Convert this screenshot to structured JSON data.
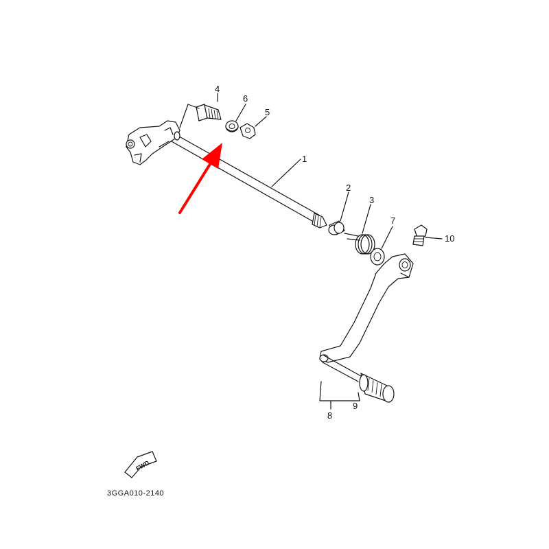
{
  "diagram": {
    "callouts": {
      "c1": "1",
      "c2": "2",
      "c3": "3",
      "c4": "4",
      "c5": "5",
      "c6": "6",
      "c7": "7",
      "c8": "8",
      "c9": "9",
      "c10": "10"
    },
    "fwd_label": "FWD",
    "drawing_code": "3GGA010-2140",
    "highlight_color": "#ff0000",
    "highlight_target": "6"
  }
}
